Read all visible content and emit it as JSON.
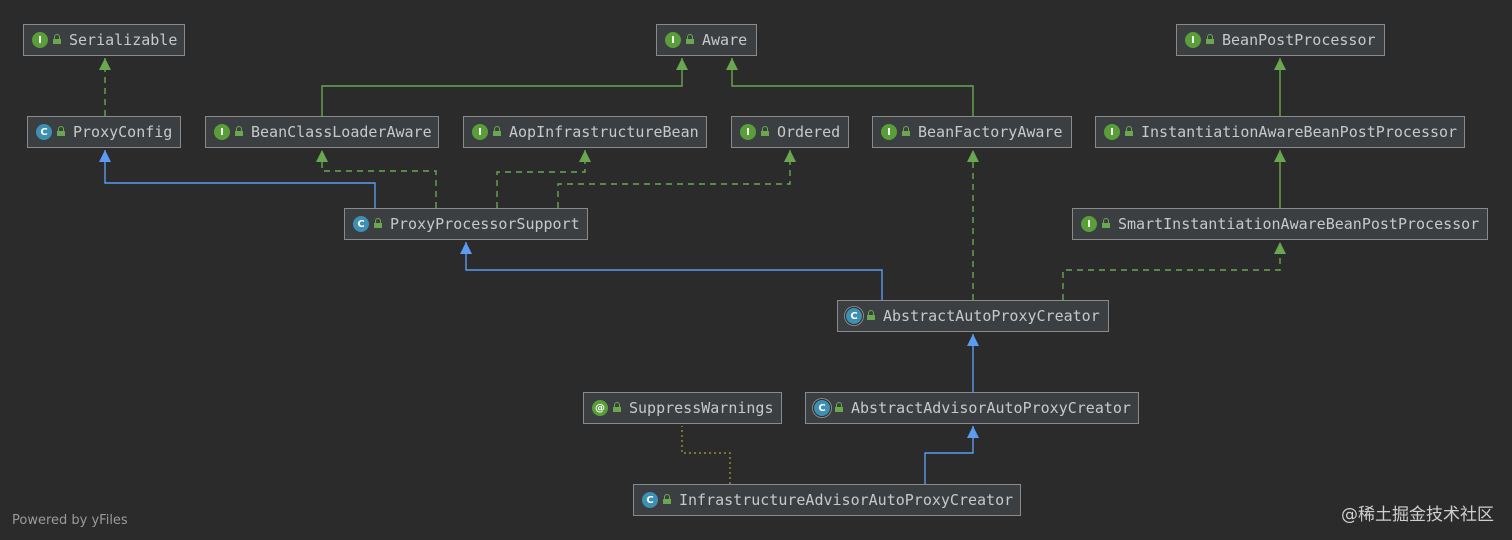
{
  "nodes": {
    "serializable": {
      "label": "Serializable",
      "kind": "interface",
      "badge": "I"
    },
    "aware": {
      "label": "Aware",
      "kind": "interface",
      "badge": "I"
    },
    "bean_post_processor": {
      "label": "BeanPostProcessor",
      "kind": "interface",
      "badge": "I"
    },
    "proxy_config": {
      "label": "ProxyConfig",
      "kind": "class",
      "badge": "C"
    },
    "bean_class_loader_aware": {
      "label": "BeanClassLoaderAware",
      "kind": "interface",
      "badge": "I"
    },
    "aop_infrastructure_bean": {
      "label": "AopInfrastructureBean",
      "kind": "interface",
      "badge": "I"
    },
    "ordered": {
      "label": "Ordered",
      "kind": "interface",
      "badge": "I"
    },
    "bean_factory_aware": {
      "label": "BeanFactoryAware",
      "kind": "interface",
      "badge": "I"
    },
    "instantiation_aware_bpp": {
      "label": "InstantiationAwareBeanPostProcessor",
      "kind": "interface",
      "badge": "I"
    },
    "proxy_processor_support": {
      "label": "ProxyProcessorSupport",
      "kind": "class",
      "badge": "C"
    },
    "smart_instantiation_aware_bpp": {
      "label": "SmartInstantiationAwareBeanPostProcessor",
      "kind": "interface",
      "badge": "I"
    },
    "abstract_auto_proxy_creator": {
      "label": "AbstractAutoProxyCreator",
      "kind": "abstract",
      "badge": "C"
    },
    "suppress_warnings": {
      "label": "SuppressWarnings",
      "kind": "annotation",
      "badge": "@"
    },
    "abstract_advisor_auto_proxy_creator": {
      "label": "AbstractAdvisorAutoProxyCreator",
      "kind": "abstract",
      "badge": "C"
    },
    "infrastructure_advisor_auto_proxy_creator": {
      "label": "InfrastructureAdvisorAutoProxyCreator",
      "kind": "class",
      "badge": "C"
    }
  },
  "colors": {
    "extends": "#5b9bf0",
    "implements": "#6aa84f",
    "annotation": "#a08a3c"
  },
  "footer": "Powered by yFiles",
  "watermark": "@稀土掘金技术社区"
}
